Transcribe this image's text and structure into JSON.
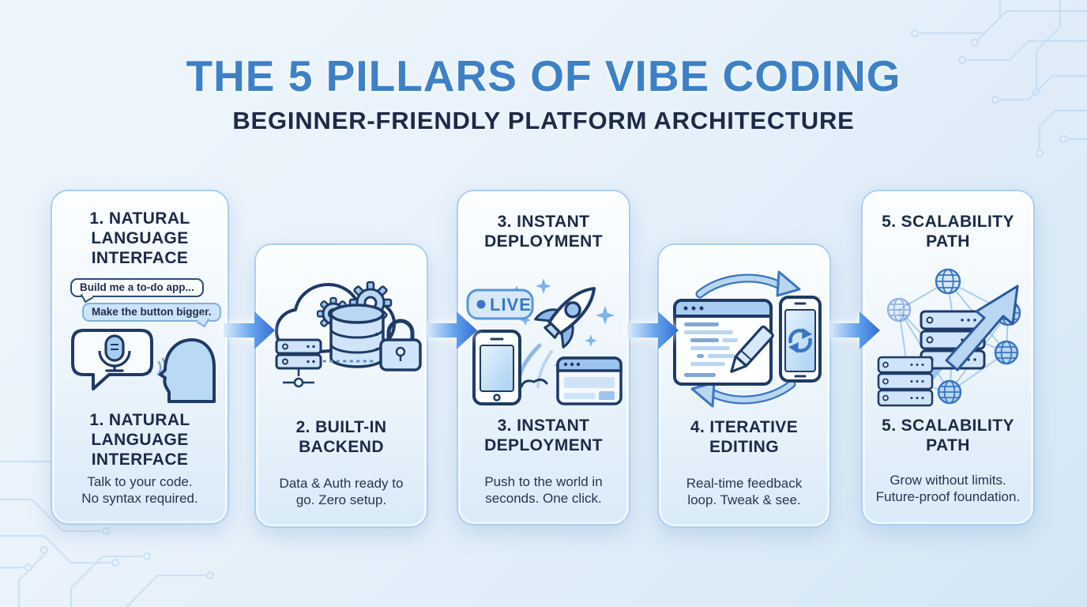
{
  "header": {
    "title": "THE 5 PILLARS OF VIBE CODING",
    "subtitle": "BEGINNER-FRIENDLY PLATFORM ARCHITECTURE"
  },
  "pillars": [
    {
      "id": "1",
      "title": "1. NATURAL\nLANGUAGE\nINTERFACE",
      "description": "Talk to your code.\nNo syntax required.",
      "icon": "speech-bubble-microphone-and-head",
      "chat_bubbles": [
        "Build me a to-do app...",
        "Make the button bigger."
      ]
    },
    {
      "id": "2",
      "title": "2. BUILT-IN\nBACKEND",
      "description": "Data & Auth ready to\ngo. Zero setup.",
      "icon": "cloud-gears-database-server-lock"
    },
    {
      "id": "3",
      "title": "3. INSTANT\nDEPLOYMENT",
      "description": "Push to the world in\nseconds. One click.",
      "icon": "rocket-launch-phone-browser",
      "badge": "LIVE"
    },
    {
      "id": "4",
      "title": "4. ITERATIVE\nEDITING",
      "description": "Real-time feedback\nloop. Tweak & see.",
      "icon": "code-editor-pencil-phone-sync-loop"
    },
    {
      "id": "5",
      "title": "5. SCALABILITY\nPATH",
      "description": "Grow without limits.\nFuture-proof foundation.",
      "icon": "network-globes-servers-growth-arrow"
    }
  ],
  "colors": {
    "title_blue": "#3e80c6",
    "heading_navy": "#1c2a47",
    "card_border": "#abcfee",
    "arrow_gradient_start": "#d9ebfb",
    "arrow_gradient_end": "#2e6fd6",
    "icon_outline": "#1f3a66",
    "icon_fill_light": "#cfe4f8",
    "icon_fill_mid": "#9cc4ee",
    "background_top": "#eef5fc",
    "background_bottom": "#d3e6f5"
  }
}
